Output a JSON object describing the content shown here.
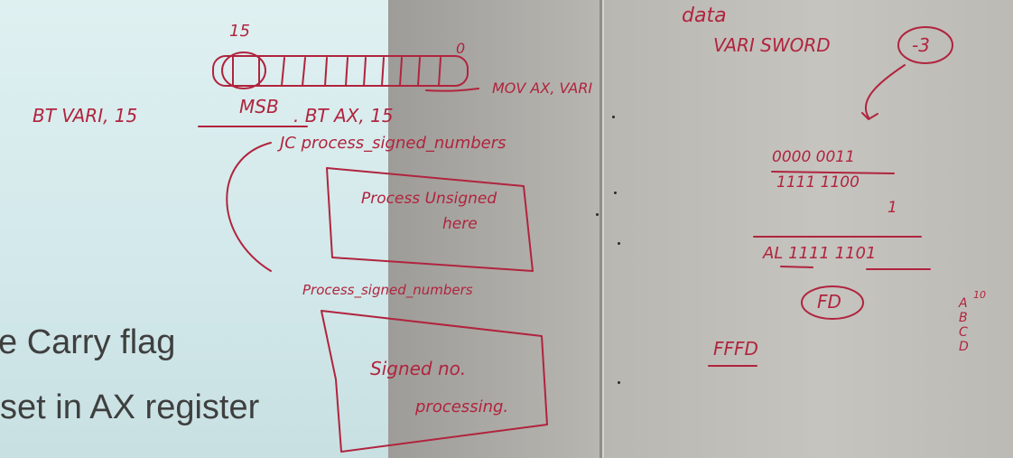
{
  "slide": {
    "line1": "e Carry flag",
    "line2": "set in AX register"
  },
  "handwriting": {
    "bit15": "15",
    "bit0": "0",
    "bt_vari": "BT VARI, 15",
    "msb": "MSB",
    "bt_ax": ". BT AX, 15",
    "mov": "MOV AX, VARI",
    "jc": "JC  process_signed_numbers",
    "unsigned_1": "Process Unsigned",
    "unsigned_2": "here",
    "signed_label": "Process_signed_numbers",
    "signed_1": "Signed no.",
    "signed_2": "processing.",
    "data": "data",
    "vari_decl": "VARI  SWORD",
    "neg3": "-3",
    "bin1": "0000 0011",
    "bin2": "1111 1100",
    "plus1": "1",
    "sum": "AL 1111  1101",
    "fd": "FD",
    "fffd": "FFFD",
    "hex_a": "A",
    "hex_10": "10",
    "hex_b": "B",
    "hex_c": "C",
    "hex_d": "D"
  },
  "colors": {
    "ink": "#b0243e",
    "slide_bg": "#dff0f1",
    "wall": "#c2c0bb",
    "slide_text": "#3f3f3f"
  }
}
